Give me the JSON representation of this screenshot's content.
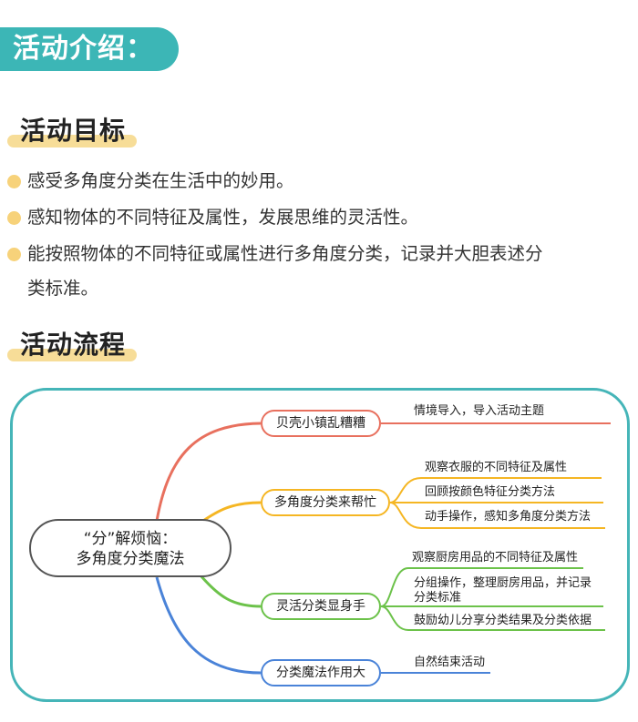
{
  "header": {
    "title": "活动介绍："
  },
  "goals_section": {
    "title": "活动目标",
    "items": [
      "感受多角度分类在生活中的妙用。",
      "感知物体的不同特征及属性，发展思维的灵活性。",
      "能按照物体的不同特征或属性进行多角度分类，记录并大胆表述分",
      "类标准。"
    ]
  },
  "process_section": {
    "title": "活动流程"
  },
  "mindmap": {
    "center": {
      "line1": "“分”解烦恼：",
      "line2": "多角度分类魔法"
    },
    "branches": [
      {
        "label": "贝壳小镇乱糟糟",
        "color": "#e8705e",
        "leaves": [
          "情境导入，导入活动主题"
        ]
      },
      {
        "label": "多角度分类来帮忙",
        "color": "#f5b623",
        "leaves": [
          "观察衣服的不同特征及属性",
          "回顾按颜色特征分类方法",
          "动手操作，感知多角度分类方法"
        ]
      },
      {
        "label": "灵活分类显身手",
        "color": "#6cc24a",
        "leaves": [
          "观察厨房用品的不同特征及属性",
          "分组操作，整理厨房用品，并记录",
          "分类标准",
          "鼓励幼儿分享分类结果及分类依据"
        ]
      },
      {
        "label": "分类魔法作用大",
        "color": "#4a83d8",
        "leaves": [
          "自然结束活动"
        ]
      }
    ],
    "frame_color": "#45b5b8"
  }
}
